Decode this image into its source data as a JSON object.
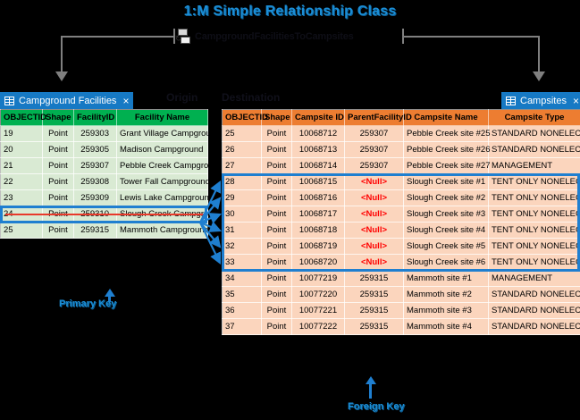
{
  "title": "1:M Simple Relationship Class",
  "relationship": {
    "icon": "relationship-class-icon",
    "name": "CampgroundFacilitiesToCampsites"
  },
  "captions": {
    "origin": "Origin",
    "destination": "Destination"
  },
  "origin_table": {
    "tab_label": "Campground Facilities",
    "tab_icon": "table-grid-icon",
    "close_icon": "×",
    "header_color": "#00b050",
    "row_color": "#d9ead3",
    "columns": [
      "OBJECTID",
      "Shape",
      "FacilityID",
      "Facility Name"
    ],
    "rows": [
      {
        "objectid": "19",
        "shape": "Point",
        "facilityid": "259303",
        "name": "Grant Village Campground"
      },
      {
        "objectid": "20",
        "shape": "Point",
        "facilityid": "259305",
        "name": "Madison Campground"
      },
      {
        "objectid": "21",
        "shape": "Point",
        "facilityid": "259307",
        "name": "Pebble Creek Campground"
      },
      {
        "objectid": "22",
        "shape": "Point",
        "facilityid": "259308",
        "name": "Tower Fall Campground"
      },
      {
        "objectid": "23",
        "shape": "Point",
        "facilityid": "259309",
        "name": "Lewis Lake Campground"
      },
      {
        "objectid": "24",
        "shape": "Point",
        "facilityid": "259310",
        "name": "Slough Creek Campground"
      },
      {
        "objectid": "25",
        "shape": "Point",
        "facilityid": "259315",
        "name": "Mammoth Campground"
      }
    ],
    "highlighted_row_index": 5,
    "highlighted_row_struck_through": true
  },
  "destination_table": {
    "tab_label": "Campsites",
    "tab_icon": "table-grid-icon",
    "close_icon": "×",
    "header_color": "#ed7d31",
    "row_color": "#fbd5bd",
    "columns": [
      "OBJECTID",
      "Shape",
      "Campsite ID",
      "ParentFacilityID",
      "Campsite Name",
      "Campsite Type"
    ],
    "null_text": "<Null>",
    "null_color": "#ff0000",
    "rows": [
      {
        "objectid": "25",
        "shape": "Point",
        "campsiteid": "10068712",
        "parentfacilityid": "259307",
        "name": "Pebble Creek site #25",
        "type": "STANDARD NONELECTRIC",
        "is_null": false
      },
      {
        "objectid": "26",
        "shape": "Point",
        "campsiteid": "10068713",
        "parentfacilityid": "259307",
        "name": "Pebble Creek site #26",
        "type": "STANDARD NONELECTRIC",
        "is_null": false
      },
      {
        "objectid": "27",
        "shape": "Point",
        "campsiteid": "10068714",
        "parentfacilityid": "259307",
        "name": "Pebble Creek site #27",
        "type": "MANAGEMENT",
        "is_null": false
      },
      {
        "objectid": "28",
        "shape": "Point",
        "campsiteid": "10068715",
        "parentfacilityid": "<Null>",
        "name": "Slough Creek site #1",
        "type": "TENT ONLY NONELECTRIC",
        "is_null": true
      },
      {
        "objectid": "29",
        "shape": "Point",
        "campsiteid": "10068716",
        "parentfacilityid": "<Null>",
        "name": "Slough Creek site #2",
        "type": "TENT ONLY NONELECTRIC",
        "is_null": true
      },
      {
        "objectid": "30",
        "shape": "Point",
        "campsiteid": "10068717",
        "parentfacilityid": "<Null>",
        "name": "Slough Creek site #3",
        "type": "TENT ONLY NONELECTRIC",
        "is_null": true
      },
      {
        "objectid": "31",
        "shape": "Point",
        "campsiteid": "10068718",
        "parentfacilityid": "<Null>",
        "name": "Slough Creek site #4",
        "type": "TENT ONLY NONELECTRIC",
        "is_null": true
      },
      {
        "objectid": "32",
        "shape": "Point",
        "campsiteid": "10068719",
        "parentfacilityid": "<Null>",
        "name": "Slough Creek site #5",
        "type": "TENT ONLY NONELECTRIC",
        "is_null": true
      },
      {
        "objectid": "33",
        "shape": "Point",
        "campsiteid": "10068720",
        "parentfacilityid": "<Null>",
        "name": "Slough Creek site #6",
        "type": "TENT ONLY NONELECTRIC",
        "is_null": true
      },
      {
        "objectid": "34",
        "shape": "Point",
        "campsiteid": "10077219",
        "parentfacilityid": "259315",
        "name": "Mammoth site #1",
        "type": "MANAGEMENT",
        "is_null": false
      },
      {
        "objectid": "35",
        "shape": "Point",
        "campsiteid": "10077220",
        "parentfacilityid": "259315",
        "name": "Mammoth site #2",
        "type": "STANDARD NONELECTRIC",
        "is_null": false
      },
      {
        "objectid": "36",
        "shape": "Point",
        "campsiteid": "10077221",
        "parentfacilityid": "259315",
        "name": "Mammoth site #3",
        "type": "STANDARD NONELECTRIC",
        "is_null": false
      },
      {
        "objectid": "37",
        "shape": "Point",
        "campsiteid": "10077222",
        "parentfacilityid": "259315",
        "name": "Mammoth site #4",
        "type": "STANDARD NONELECTRIC",
        "is_null": false
      }
    ],
    "highlighted_row_start_index": 3,
    "highlighted_row_end_index": 8
  },
  "callouts": {
    "primary_key": "Primary Key",
    "foreign_key": "Foreign Key"
  },
  "colors": {
    "accent_blue": "#1b8ed6",
    "highlight_blue": "#1f7fd0",
    "strike_red": "#e8392a",
    "connector_gray": "#7f7f7f",
    "background": "#000000"
  }
}
